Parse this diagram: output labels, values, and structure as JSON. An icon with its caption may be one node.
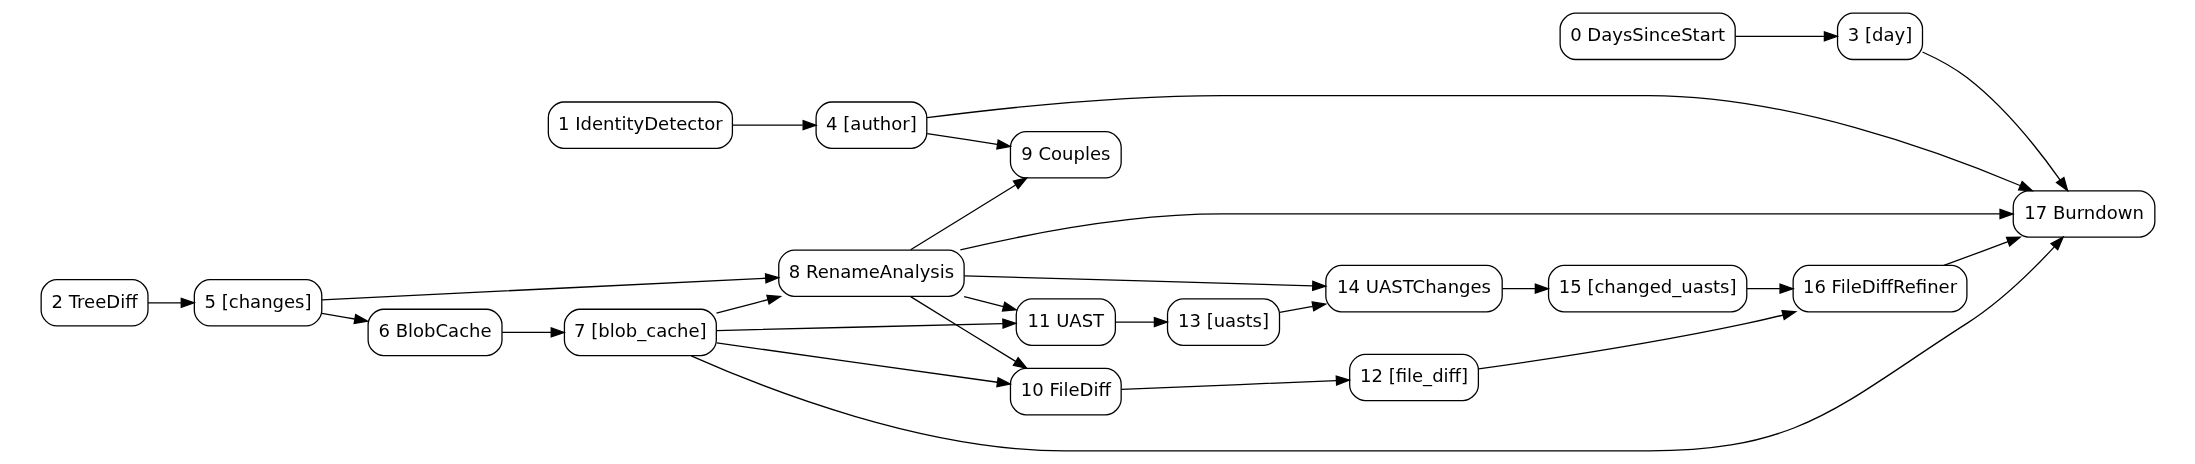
{
  "diagram": {
    "nodes": [
      {
        "text": [
          "0 DaysSinceStart"
        ]
      },
      {
        "text": [
          "1 IdentityDetector"
        ]
      },
      {
        "text": [
          "2 TreeDiff"
        ]
      },
      {
        "text": [
          "3 [day]"
        ]
      },
      {
        "text": [
          "4 [author]"
        ]
      },
      {
        "text": [
          "5 [changes]"
        ]
      },
      {
        "text": [
          "6 BlobCache"
        ]
      },
      {
        "text": [
          "7 [blob_cache]"
        ]
      },
      {
        "text": [
          "8 RenameAnalysis"
        ]
      },
      {
        "text": [
          "9 Couples"
        ]
      },
      {
        "text": [
          "10 FileDiff"
        ]
      },
      {
        "text": [
          "11 UAST"
        ]
      },
      {
        "text": [
          "12 [file_diff]"
        ]
      },
      {
        "text": [
          "13 [uasts]"
        ]
      },
      {
        "text": [
          "14 UASTChanges"
        ]
      },
      {
        "text": [
          "15 [changed_uasts]"
        ]
      },
      {
        "text": [
          "16 FileDiffRefiner"
        ]
      },
      {
        "text": [
          "17 Burndown"
        ]
      }
    ],
    "edges": [
      {
        "from": 0,
        "to": 3,
        "arrow": "to"
      },
      {
        "from": 3,
        "to": 17,
        "arrow": "to"
      },
      {
        "from": 2,
        "to": 5,
        "arrow": "to"
      },
      {
        "from": 5,
        "to": 6,
        "arrow": "to"
      },
      {
        "from": 5,
        "to": 8,
        "arrow": "to"
      },
      {
        "from": 6,
        "to": 7,
        "arrow": "to"
      },
      {
        "from": 7,
        "to": 17,
        "arrow": "to"
      },
      {
        "from": 7,
        "to": 10,
        "arrow": "to"
      },
      {
        "from": 7,
        "to": 11,
        "arrow": "to"
      },
      {
        "from": 7,
        "to": 8,
        "arrow": "to"
      },
      {
        "from": 8,
        "to": 10,
        "arrow": "to"
      },
      {
        "from": 8,
        "to": 11,
        "arrow": "to"
      },
      {
        "from": 8,
        "to": 14,
        "arrow": "to"
      },
      {
        "from": 8,
        "to": 17,
        "arrow": "to"
      },
      {
        "from": 8,
        "to": 9,
        "arrow": "to"
      },
      {
        "from": 1,
        "to": 4,
        "arrow": "to"
      },
      {
        "from": 4,
        "to": 9,
        "arrow": "to"
      },
      {
        "from": 4,
        "to": 17,
        "arrow": "to"
      },
      {
        "from": 10,
        "to": 12,
        "arrow": "to"
      },
      {
        "from": 12,
        "to": 16,
        "arrow": "to"
      },
      {
        "from": 11,
        "to": 13,
        "arrow": "to"
      },
      {
        "from": 13,
        "to": 14,
        "arrow": "to"
      },
      {
        "from": 14,
        "to": 15,
        "arrow": "to"
      },
      {
        "from": 15,
        "to": 16,
        "arrow": "to"
      },
      {
        "from": 16,
        "to": 17,
        "arrow": "to"
      }
    ]
  }
}
